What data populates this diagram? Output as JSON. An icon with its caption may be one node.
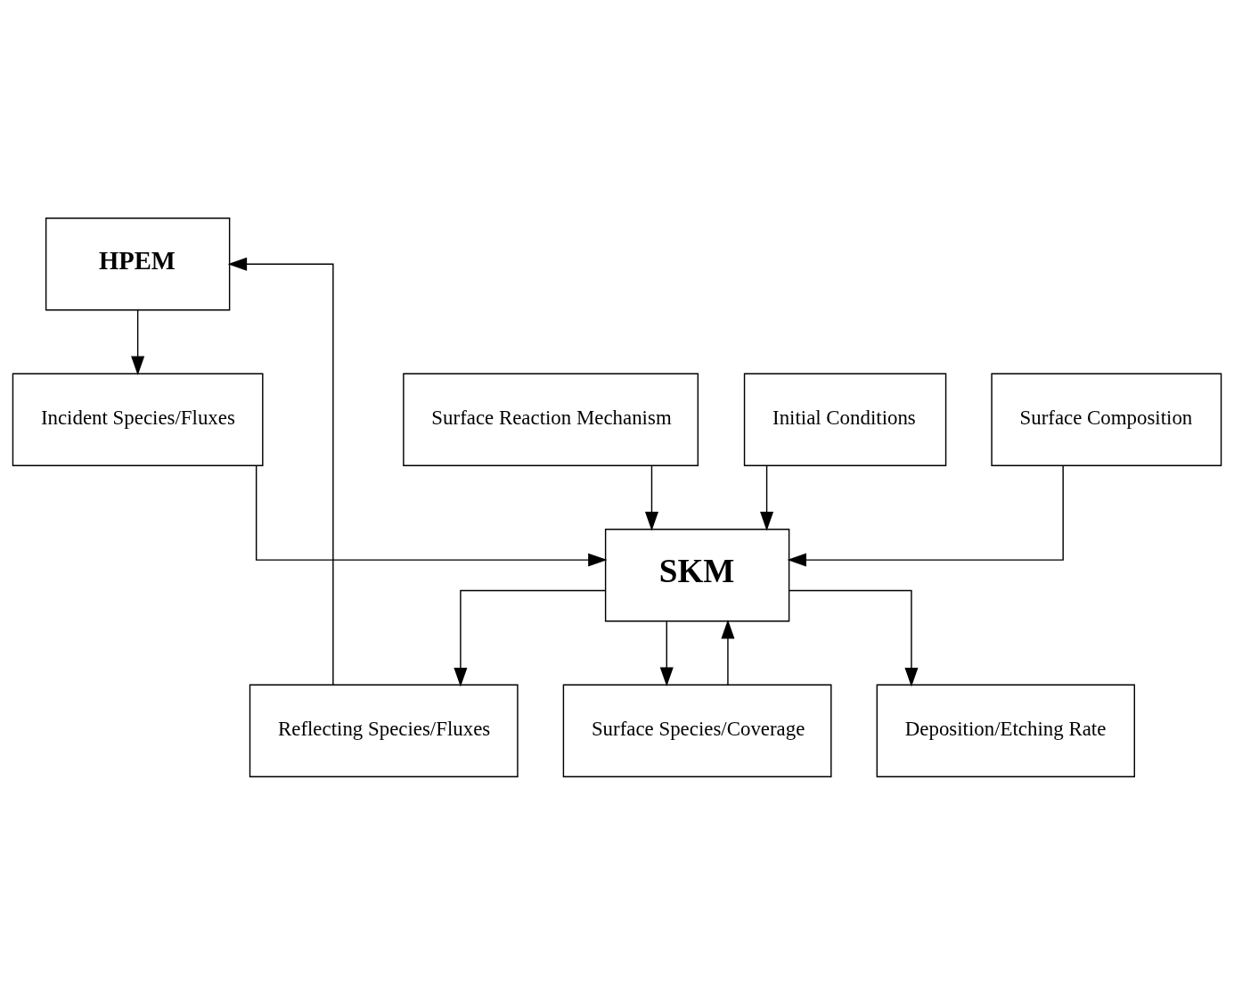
{
  "diagram": {
    "nodes": [
      {
        "text": [
          "HPEM"
        ]
      },
      {
        "text": [
          "Surface Reaction Mechanism"
        ]
      },
      {
        "text": [
          "Incident Species/Fluxes"
        ]
      },
      {
        "text": [
          "Initial Conditions"
        ]
      },
      {
        "text": [
          "Surface Composition"
        ]
      },
      {
        "text": [
          "SKM"
        ]
      },
      {
        "text": [
          "Reflecting Species/Fluxes"
        ]
      },
      {
        "text": [
          "Surface Species/Coverage"
        ]
      },
      {
        "text": [
          "Deposition/Etching Rate"
        ]
      }
    ],
    "edges": [
      {
        "from": 0,
        "to": 2,
        "arrow": "to"
      },
      {
        "from": 1,
        "to": 5,
        "arrow": "to"
      },
      {
        "from": 2,
        "to": 5,
        "arrow": "to"
      },
      {
        "from": 3,
        "to": 5,
        "arrow": "to"
      },
      {
        "from": 4,
        "to": 5,
        "arrow": "to"
      },
      {
        "from": 7,
        "to": 5,
        "arrow": "to"
      },
      {
        "from": 5,
        "to": 6,
        "arrow": "to"
      },
      {
        "from": 5,
        "to": 8,
        "arrow": "to"
      },
      {
        "from": 5,
        "to": 7,
        "arrow": "to"
      },
      {
        "from": 6,
        "to": 0,
        "arrow": "to"
      }
    ]
  }
}
